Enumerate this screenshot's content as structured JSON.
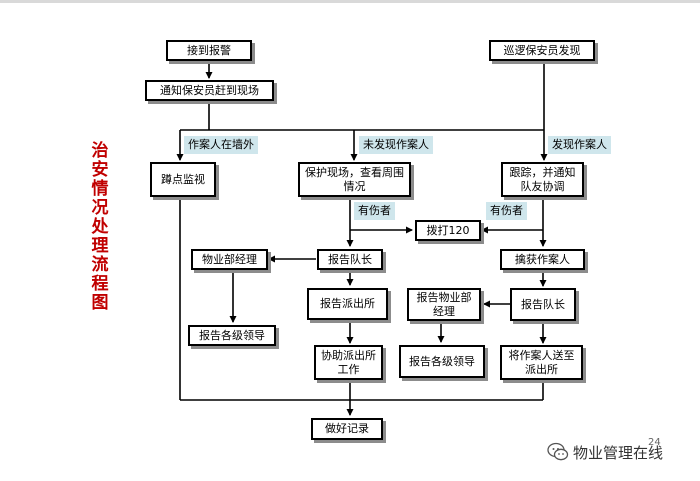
{
  "title": "治安情况处理流程图",
  "nodes": {
    "alarm": "接到报警",
    "patrol_find": "巡逻保安员发现",
    "notify": "通知保安员赶到现场",
    "stakeout": "蹲点监视",
    "protect": "保护现场，查看周围情况",
    "track": "跟踪，并通知队友协调",
    "dial120": "拨打120",
    "pm_manager": "物业部经理",
    "report_captain1": "报告队长",
    "capture": "擒获作案人",
    "report_leaders1": "报告各级领导",
    "report_police": "报告派出所",
    "report_pm": "报告物业部经理",
    "report_captain2": "报告队长",
    "assist_police": "协助派出所工作",
    "report_leaders2": "报告各级领导",
    "send_to_police": "将作案人送至派出所",
    "record": "做好记录"
  },
  "labels": {
    "outside": "作案人在墙外",
    "not_found": "未发现作案人",
    "found": "发现作案人",
    "injured1": "有伤者",
    "injured2": "有伤者"
  },
  "watermark": {
    "text": "物业管理在线",
    "page": "24"
  },
  "colors": {
    "title": "#c00000",
    "label_bg": "#cfe6ec"
  }
}
